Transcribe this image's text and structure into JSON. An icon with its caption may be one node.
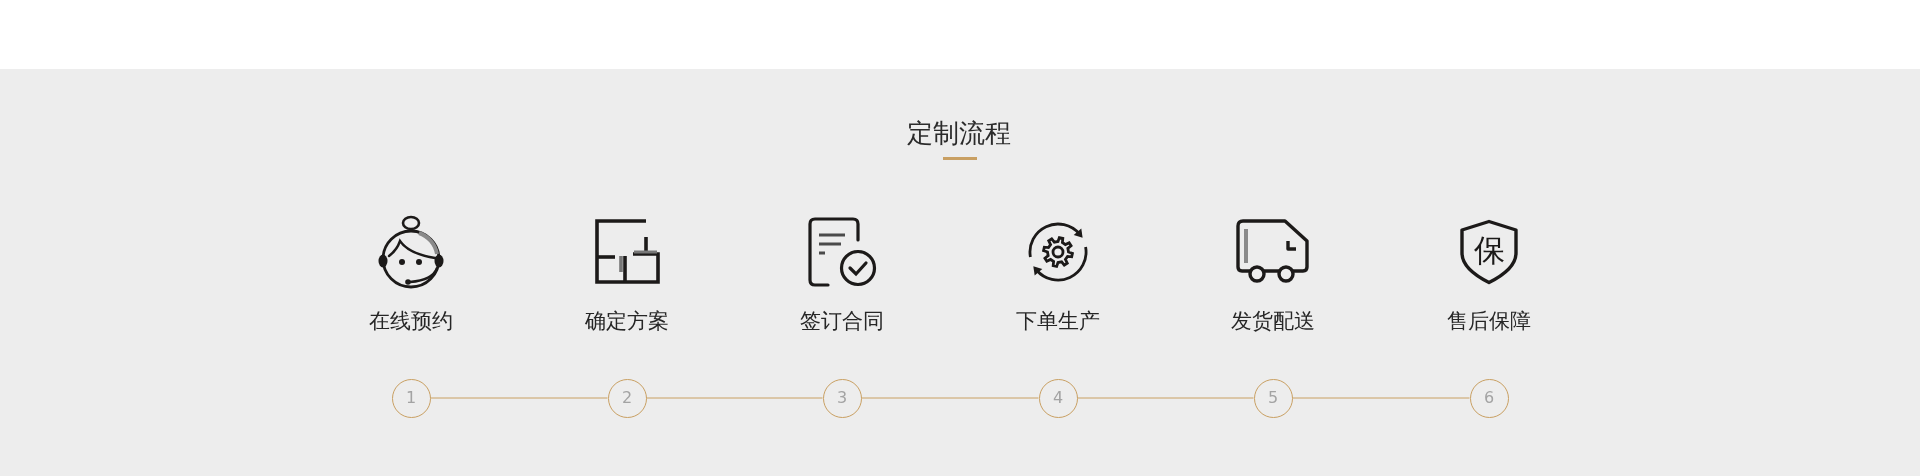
{
  "diagram": {
    "title": "定制流程",
    "nodes": [
      {
        "text": [
          "1"
        ],
        "beside": [
          "在线预约"
        ]
      },
      {
        "text": [
          "2"
        ],
        "beside": [
          "确定方案"
        ]
      },
      {
        "text": [
          "3"
        ],
        "beside": [
          "签订合同"
        ]
      },
      {
        "text": [
          "4"
        ],
        "beside": [
          "下单生产"
        ]
      },
      {
        "text": [
          "5"
        ],
        "beside": [
          "发货配送"
        ]
      },
      {
        "text": [
          "6"
        ],
        "beside": [
          "售后保障"
        ]
      }
    ],
    "edges": [
      {
        "from": 0,
        "to": 1,
        "arrow": "none"
      },
      {
        "from": 1,
        "to": 2,
        "arrow": "none"
      },
      {
        "from": 2,
        "to": 3,
        "arrow": "none"
      },
      {
        "from": 3,
        "to": 4,
        "arrow": "none"
      },
      {
        "from": 4,
        "to": 5,
        "arrow": "none"
      }
    ],
    "labels": [
      "保"
    ]
  }
}
